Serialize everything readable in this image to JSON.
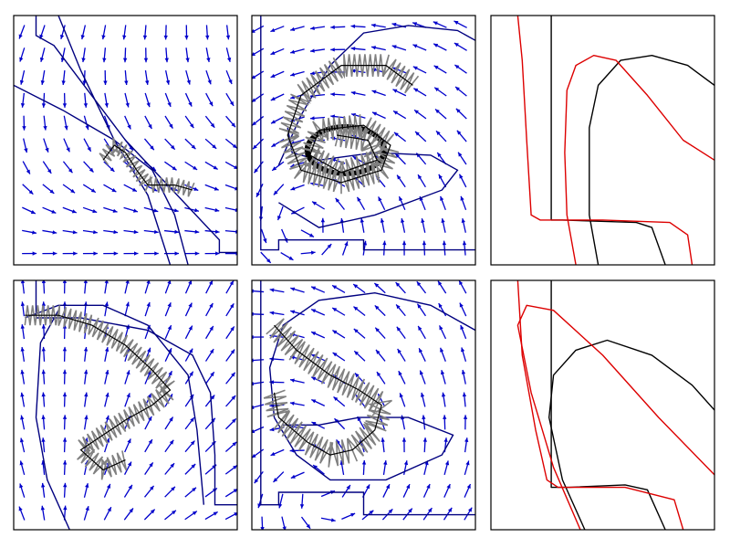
{
  "figure": {
    "rows": 2,
    "cols": 3,
    "tick_labels": false
  },
  "colors": {
    "quiver": "#0000cc",
    "boundary": "#000080",
    "trajectory": "#808080",
    "curve_black": "#000000",
    "curve_red": "#dd0000",
    "frame": "#000000"
  },
  "chart_data": [
    {
      "type": "quiver",
      "panel": "row1-col1",
      "xlim": [
        0,
        1
      ],
      "ylim": [
        0,
        1
      ],
      "grid": false,
      "vector_field": {
        "kind": "saddle",
        "center": [
          0.5,
          0.55
        ],
        "nx": 11,
        "ny": 11
      },
      "boundary_curves": [
        [
          [
            0.1,
            1
          ],
          [
            0.1,
            0.92
          ],
          [
            0.18,
            0.88
          ],
          [
            0.5,
            0.5
          ],
          [
            0.92,
            0.1
          ],
          [
            0.92,
            0.05
          ],
          [
            1,
            0.05
          ]
        ],
        [
          [
            0,
            0.72
          ],
          [
            0.22,
            0.62
          ],
          [
            0.45,
            0.5
          ],
          [
            0.62,
            0.38
          ],
          [
            0.72,
            0.2
          ],
          [
            0.78,
            0
          ]
        ],
        [
          [
            0.2,
            1
          ],
          [
            0.3,
            0.78
          ],
          [
            0.45,
            0.5
          ],
          [
            0.6,
            0.28
          ],
          [
            0.7,
            0
          ]
        ]
      ],
      "trajectory": [
        [
          0.8,
          0.3
        ],
        [
          0.72,
          0.32
        ],
        [
          0.6,
          0.32
        ],
        [
          0.55,
          0.38
        ],
        [
          0.5,
          0.45
        ],
        [
          0.45,
          0.48
        ],
        [
          0.4,
          0.42
        ]
      ],
      "trajectory_amp": 0.03
    },
    {
      "type": "quiver",
      "panel": "row1-col2",
      "xlim": [
        0,
        1
      ],
      "ylim": [
        0,
        1
      ],
      "grid": false,
      "vector_field": {
        "kind": "spiral",
        "center": [
          0.42,
          0.46
        ],
        "nx": 11,
        "ny": 11
      },
      "boundary_curves": [
        [
          [
            0.04,
            1
          ],
          [
            0.04,
            0.06
          ],
          [
            0.12,
            0.06
          ],
          [
            0.12,
            0.1
          ],
          [
            0.5,
            0.1
          ],
          [
            0.5,
            0.06
          ],
          [
            1,
            0.06
          ]
        ],
        [
          [
            0.12,
            0.4
          ],
          [
            0.22,
            0.6
          ],
          [
            0.35,
            0.8
          ],
          [
            0.5,
            0.93
          ],
          [
            0.7,
            0.96
          ],
          [
            0.92,
            0.94
          ],
          [
            1,
            0.9
          ]
        ],
        [
          [
            0.12,
            0.25
          ],
          [
            0.3,
            0.15
          ],
          [
            0.55,
            0.2
          ],
          [
            0.85,
            0.3
          ],
          [
            0.92,
            0.38
          ],
          [
            0.8,
            0.44
          ],
          [
            0.55,
            0.45
          ],
          [
            0.3,
            0.42
          ],
          [
            0.18,
            0.45
          ],
          [
            0.16,
            0.55
          ]
        ]
      ],
      "limit_cycle": {
        "center": [
          0.42,
          0.46
        ],
        "rx": 0.18,
        "ry": 0.1
      },
      "trajectory": [
        [
          0.72,
          0.72
        ],
        [
          0.6,
          0.8
        ],
        [
          0.4,
          0.8
        ],
        [
          0.22,
          0.68
        ],
        [
          0.16,
          0.52
        ],
        [
          0.22,
          0.38
        ],
        [
          0.4,
          0.33
        ],
        [
          0.58,
          0.38
        ],
        [
          0.62,
          0.48
        ],
        [
          0.5,
          0.56
        ],
        [
          0.3,
          0.54
        ],
        [
          0.26,
          0.44
        ],
        [
          0.4,
          0.37
        ],
        [
          0.56,
          0.42
        ],
        [
          0.52,
          0.5
        ],
        [
          0.38,
          0.52
        ]
      ],
      "trajectory_amp": 0.045
    },
    {
      "type": "line",
      "panel": "row1-col3",
      "xlim": [
        0,
        1
      ],
      "ylim": [
        0,
        1
      ],
      "grid": false,
      "series": [
        {
          "color": "black",
          "points": [
            [
              0.27,
              1
            ],
            [
              0.27,
              0.18
            ],
            [
              0.32,
              0.18
            ],
            [
              0.65,
              0.17
            ],
            [
              0.72,
              0.15
            ],
            [
              0.78,
              0.0
            ]
          ]
        },
        {
          "color": "black",
          "points": [
            [
              0.48,
              0
            ],
            [
              0.44,
              0.2
            ],
            [
              0.44,
              0.55
            ],
            [
              0.48,
              0.72
            ],
            [
              0.58,
              0.82
            ],
            [
              0.72,
              0.84
            ],
            [
              0.88,
              0.8
            ],
            [
              1,
              0.72
            ]
          ]
        },
        {
          "color": "red",
          "points": [
            [
              0.12,
              1
            ],
            [
              0.14,
              0.82
            ],
            [
              0.16,
              0.5
            ],
            [
              0.18,
              0.2
            ],
            [
              0.22,
              0.18
            ],
            [
              0.5,
              0.18
            ],
            [
              0.8,
              0.17
            ],
            [
              0.88,
              0.12
            ],
            [
              0.9,
              0.0
            ]
          ]
        },
        {
          "color": "red",
          "points": [
            [
              0.38,
              0
            ],
            [
              0.34,
              0.2
            ],
            [
              0.33,
              0.45
            ],
            [
              0.34,
              0.7
            ],
            [
              0.38,
              0.8
            ],
            [
              0.46,
              0.84
            ],
            [
              0.56,
              0.82
            ],
            [
              0.7,
              0.68
            ],
            [
              0.86,
              0.5
            ],
            [
              1,
              0.42
            ]
          ]
        }
      ]
    },
    {
      "type": "quiver",
      "panel": "row2-col1",
      "xlim": [
        0,
        1
      ],
      "ylim": [
        0,
        1
      ],
      "grid": false,
      "vector_field": {
        "kind": "source",
        "center": [
          0.45,
          0.4
        ],
        "nx": 11,
        "ny": 11
      },
      "boundary_curves": [
        [
          [
            0.1,
            1
          ],
          [
            0.1,
            0.85
          ],
          [
            0.3,
            0.85
          ],
          [
            0.6,
            0.8
          ],
          [
            0.8,
            0.7
          ],
          [
            0.88,
            0.55
          ],
          [
            0.9,
            0.3
          ],
          [
            0.9,
            0.1
          ],
          [
            1,
            0.1
          ]
        ],
        [
          [
            0.05,
            0.85
          ],
          [
            0.2,
            0.9
          ],
          [
            0.4,
            0.9
          ],
          [
            0.6,
            0.82
          ],
          [
            0.78,
            0.62
          ],
          [
            0.82,
            0.4
          ],
          [
            0.85,
            0.1
          ]
        ],
        [
          [
            0.25,
            0
          ],
          [
            0.15,
            0.2
          ],
          [
            0.1,
            0.45
          ],
          [
            0.12,
            0.75
          ],
          [
            0.2,
            0.88
          ]
        ]
      ],
      "trajectory": [
        [
          0.05,
          0.86
        ],
        [
          0.2,
          0.86
        ],
        [
          0.35,
          0.82
        ],
        [
          0.5,
          0.74
        ],
        [
          0.62,
          0.64
        ],
        [
          0.7,
          0.56
        ],
        [
          0.62,
          0.5
        ],
        [
          0.5,
          0.44
        ],
        [
          0.4,
          0.38
        ],
        [
          0.3,
          0.32
        ],
        [
          0.4,
          0.24
        ],
        [
          0.5,
          0.28
        ]
      ],
      "trajectory_amp": 0.04
    },
    {
      "type": "quiver",
      "panel": "row2-col2",
      "xlim": [
        0,
        1
      ],
      "ylim": [
        0,
        1
      ],
      "grid": false,
      "vector_field": {
        "kind": "spiral-out",
        "center": [
          0.4,
          0.4
        ],
        "nx": 11,
        "ny": 11
      },
      "boundary_curves": [
        [
          [
            0.04,
            1
          ],
          [
            0.04,
            0.1
          ],
          [
            0.12,
            0.1
          ],
          [
            0.12,
            0.15
          ],
          [
            0.5,
            0.15
          ],
          [
            0.5,
            0.06
          ],
          [
            1,
            0.06
          ]
        ],
        [
          [
            0.1,
            0.45
          ],
          [
            0.08,
            0.65
          ],
          [
            0.14,
            0.82
          ],
          [
            0.3,
            0.92
          ],
          [
            0.55,
            0.95
          ],
          [
            0.8,
            0.9
          ],
          [
            1,
            0.8
          ]
        ],
        [
          [
            0.1,
            0.45
          ],
          [
            0.2,
            0.3
          ],
          [
            0.35,
            0.2
          ],
          [
            0.6,
            0.2
          ],
          [
            0.85,
            0.3
          ],
          [
            0.9,
            0.38
          ],
          [
            0.7,
            0.45
          ],
          [
            0.48,
            0.45
          ],
          [
            0.3,
            0.42
          ],
          [
            0.14,
            0.42
          ]
        ]
      ],
      "trajectory": [
        [
          0.1,
          0.82
        ],
        [
          0.2,
          0.72
        ],
        [
          0.35,
          0.62
        ],
        [
          0.48,
          0.56
        ],
        [
          0.58,
          0.5
        ],
        [
          0.55,
          0.4
        ],
        [
          0.45,
          0.32
        ],
        [
          0.35,
          0.3
        ],
        [
          0.25,
          0.35
        ],
        [
          0.12,
          0.45
        ],
        [
          0.1,
          0.55
        ]
      ],
      "trajectory_amp": 0.05
    },
    {
      "type": "line",
      "panel": "row2-col3",
      "xlim": [
        0,
        1
      ],
      "ylim": [
        0,
        1
      ],
      "grid": false,
      "series": [
        {
          "color": "black",
          "points": [
            [
              0.27,
              1
            ],
            [
              0.27,
              0.17
            ],
            [
              0.35,
              0.17
            ],
            [
              0.6,
              0.18
            ],
            [
              0.7,
              0.16
            ],
            [
              0.78,
              0.0
            ]
          ]
        },
        {
          "color": "black",
          "points": [
            [
              0.42,
              0
            ],
            [
              0.32,
              0.2
            ],
            [
              0.26,
              0.45
            ],
            [
              0.28,
              0.62
            ],
            [
              0.38,
              0.72
            ],
            [
              0.52,
              0.76
            ],
            [
              0.72,
              0.7
            ],
            [
              0.9,
              0.58
            ],
            [
              1,
              0.48
            ]
          ]
        },
        {
          "color": "red",
          "points": [
            [
              0.12,
              1
            ],
            [
              0.14,
              0.7
            ],
            [
              0.2,
              0.4
            ],
            [
              0.25,
              0.2
            ],
            [
              0.3,
              0.17
            ],
            [
              0.6,
              0.17
            ],
            [
              0.82,
              0.12
            ],
            [
              0.86,
              0.0
            ]
          ]
        },
        {
          "color": "red",
          "points": [
            [
              0.4,
              0
            ],
            [
              0.28,
              0.25
            ],
            [
              0.18,
              0.55
            ],
            [
              0.12,
              0.82
            ],
            [
              0.16,
              0.9
            ],
            [
              0.28,
              0.88
            ],
            [
              0.5,
              0.7
            ],
            [
              0.75,
              0.45
            ],
            [
              1,
              0.22
            ]
          ]
        }
      ]
    }
  ]
}
